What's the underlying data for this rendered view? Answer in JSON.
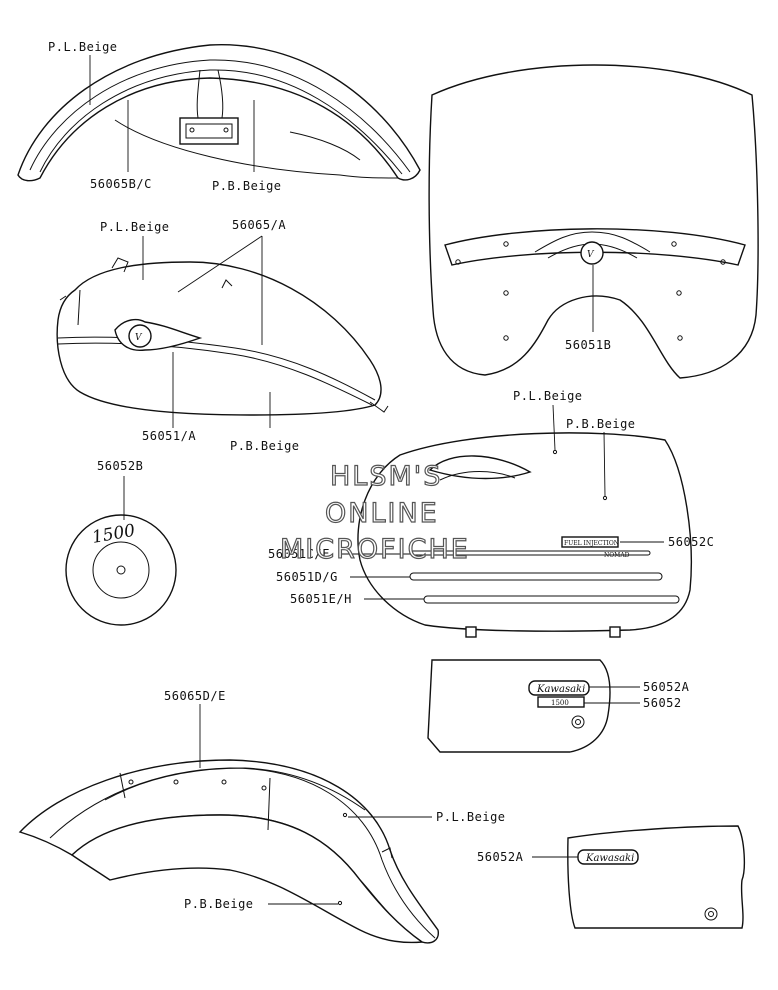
{
  "labels": {
    "fender_top_pl": "P.L.Beige",
    "fender_top_code": "56065B/C",
    "fender_top_pb": "P.B.Beige",
    "tank_pl": "P.L.Beige",
    "tank_code_a": "56065/A",
    "tank_code_b": "56051/A",
    "tank_pb": "P.B.Beige",
    "windshield_code": "56051B",
    "emblem_code": "56052B",
    "emblem_text": "1500",
    "bag_pl": "P.L.Beige",
    "bag_pb": "P.B.Beige",
    "bag_code_c": "56052C",
    "bag_code_cf": "56051C/F",
    "bag_code_dg": "56051D/G",
    "bag_code_eh": "56051E/H",
    "bag_badge_fuel": "FUEL INJECTION",
    "bag_badge_nomad": "NOMAD",
    "cover1_code_a": "56052A",
    "cover1_code": "56052",
    "cover_badge_kawasaki": "Kawasaki",
    "cover_badge_1500": "1500",
    "rear_fender_code": "56065D/E",
    "rear_fender_pl": "P.L.Beige",
    "rear_fender_pb": "P.B.Beige",
    "cover2_code": "56052A",
    "cover2_badge": "Kawasaki"
  },
  "watermark": {
    "line1": "HLSM'S",
    "line2": "ONLINE",
    "line3": "MICROFICHE"
  }
}
